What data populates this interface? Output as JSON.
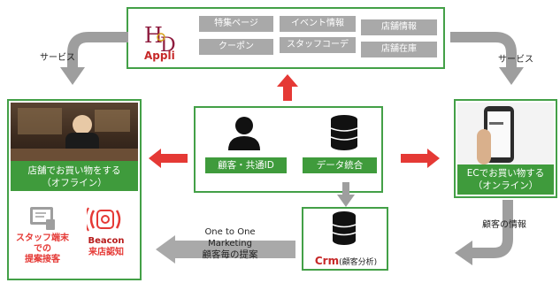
{
  "app": {
    "logo_letters": "HD",
    "logo_word": "Appli",
    "tags": [
      "特集ページ",
      "イベント情報",
      "店舗情報",
      "クーポン",
      "スタッフコーデ",
      "店舗在庫"
    ]
  },
  "left_service_label": "サービス",
  "right_service_label": "サービス",
  "offline": {
    "title_line1": "店舗でお買い物をする",
    "title_line2": "（オフライン）",
    "staff_label_lines": [
      "スタッフ端末",
      "での",
      "提案接客"
    ],
    "beacon_title": "Beacon",
    "beacon_sub": "来店認知"
  },
  "center": {
    "customer_label": "顧客・共通ID",
    "data_label": "データ統合"
  },
  "online": {
    "title_line1": "ECでお買い物する",
    "title_line2": "（オンライン）"
  },
  "customer_info_label": "顧客の情報",
  "crm": {
    "word": "Crm",
    "sub": "(顧客分析)"
  },
  "bottom_arrow": {
    "line1": "One to One",
    "line2": "Marketing",
    "line3": "顧客毎の提案"
  },
  "colors": {
    "green": "#43a047",
    "red": "#e53935",
    "gray_arrow": "#9e9e9e",
    "tag_gray": "#a9a9a9"
  }
}
